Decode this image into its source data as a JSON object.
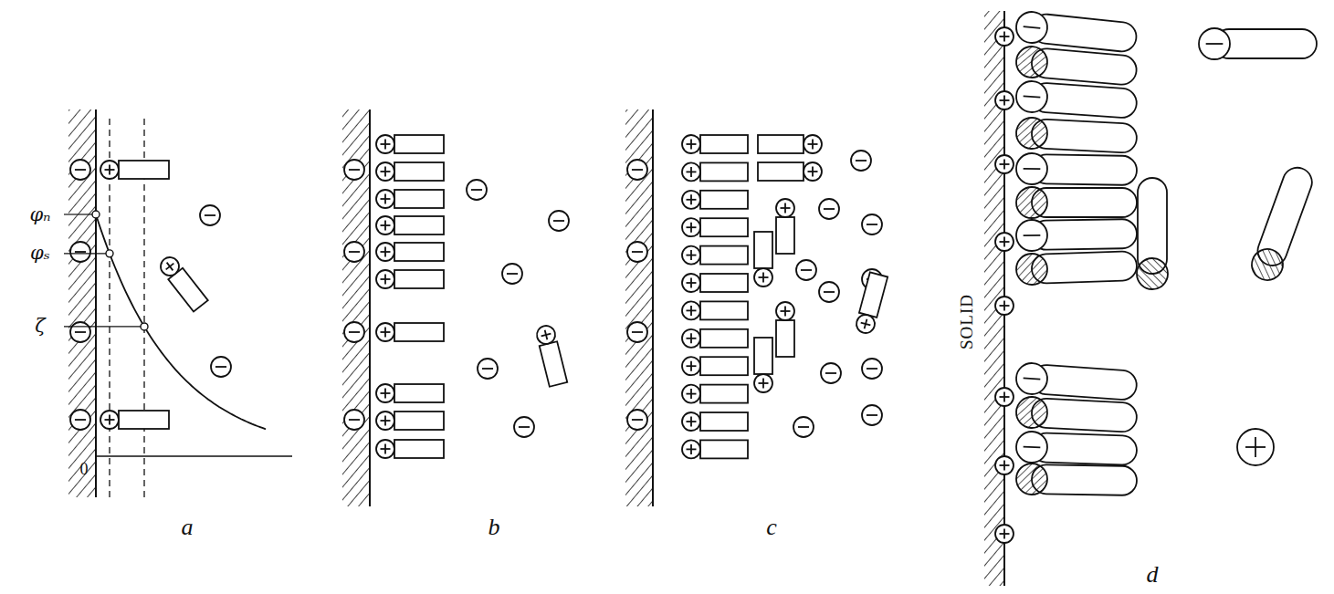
{
  "diagram": {
    "labels": [
      "φₙ",
      "φₛ",
      "ζ",
      "0",
      "a",
      "b",
      "c",
      "d",
      "SOLID"
    ]
  }
}
